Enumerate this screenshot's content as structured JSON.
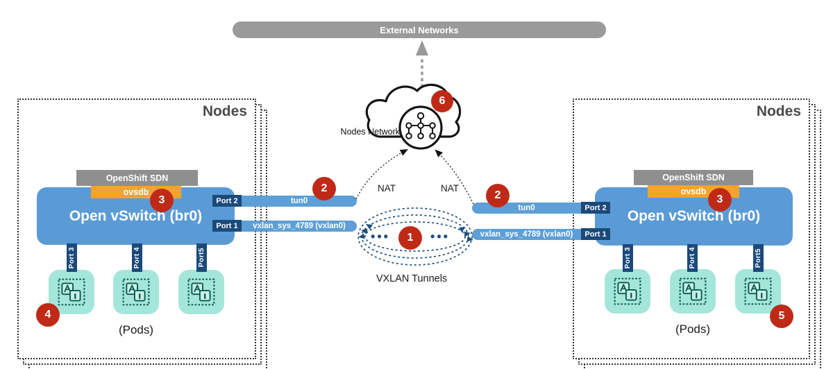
{
  "colors": {
    "blue_box": "#5b9bd5",
    "blue_bar": "#5d9fd6",
    "navy": "#1b4a7a",
    "arc_navy": "#1f4e79",
    "orange": "#f5a42a",
    "red_badge": "#bf2a17",
    "gray_pill": "#9a9a9a",
    "sdn_gray": "#8f8f8f",
    "pod_teal": "#a5e6da",
    "pod_dark_teal": "#0b5a50"
  },
  "external_bar": {
    "label": "External Networks"
  },
  "cloud": {
    "label": "Nodes Network",
    "badge": "6"
  },
  "nat": {
    "left": "NAT",
    "right": "NAT"
  },
  "tunnels": {
    "label": "VXLAN Tunnels",
    "badge": "1",
    "dots_left": "•••",
    "dots_right": "•••"
  },
  "nodes": {
    "left": {
      "title": "Nodes",
      "sdn": "OpenShift SDN",
      "ovsdb": "ovsdb",
      "ovsdb_badge": "3",
      "switch": "Open vSwitch (br0)",
      "port2": "Port 2",
      "tun0": "tun0",
      "tun0_badge": "2",
      "port1": "Port 1",
      "vxlan": "vxlan_sys_4789 (vxlan0)",
      "port3": "Port 3",
      "port4": "Port 4",
      "port5": "Port5",
      "pods": "(Pods)",
      "pods_badge": "4"
    },
    "right": {
      "title": "Nodes",
      "sdn": "OpenShift SDN",
      "ovsdb": "ovsdb",
      "ovsdb_badge": "3",
      "switch": "Open vSwitch (br0)",
      "port2": "Port 2",
      "tun0": "tun0",
      "tun0_badge": "2",
      "port1": "Port 1",
      "vxlan": "vxlan_sys_4789 (vxlan0)",
      "port3": "Port 3",
      "port4": "Port 4",
      "port5": "Port5",
      "pods": "(Pods)",
      "pods_badge": "5"
    }
  }
}
